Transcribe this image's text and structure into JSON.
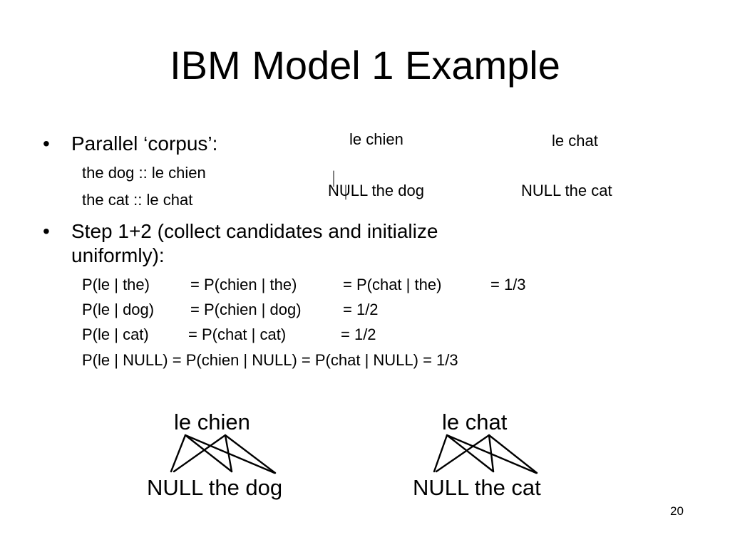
{
  "slide": {
    "title": "IBM Model 1 Example",
    "bullets": [
      {
        "text": "Parallel ‘corpus’:",
        "subitems": [
          "the dog :: le chien",
          "the cat :: le chat"
        ]
      },
      {
        "text_line1": "Step 1+2 (collect candidates and initialize",
        "text_line2": "uniformly):",
        "probabilities": [
          [
            "P(le | the)",
            "= P(chien | the)",
            "= P(chat | the)",
            "= 1/3"
          ],
          [
            "P(le | dog)",
            "= P(chien | dog)",
            "= 1/2"
          ],
          [
            "P(le | cat)",
            "=  P(chat | cat)",
            "= 1/2"
          ],
          [
            "P(le | NULL) = P(chien | NULL) = P(chat | NULL) = 1/3"
          ]
        ]
      }
    ],
    "top_diagram": {
      "left": {
        "french": "le chien",
        "english": "NULL the dog"
      },
      "right": {
        "french": "le chat",
        "english": "NULL the cat"
      }
    },
    "bottom_diagram": {
      "left": {
        "french": "le chien",
        "english": "NULL the dog"
      },
      "right": {
        "french": "le chat",
        "english": "NULL the cat"
      }
    },
    "page_number": "20"
  }
}
